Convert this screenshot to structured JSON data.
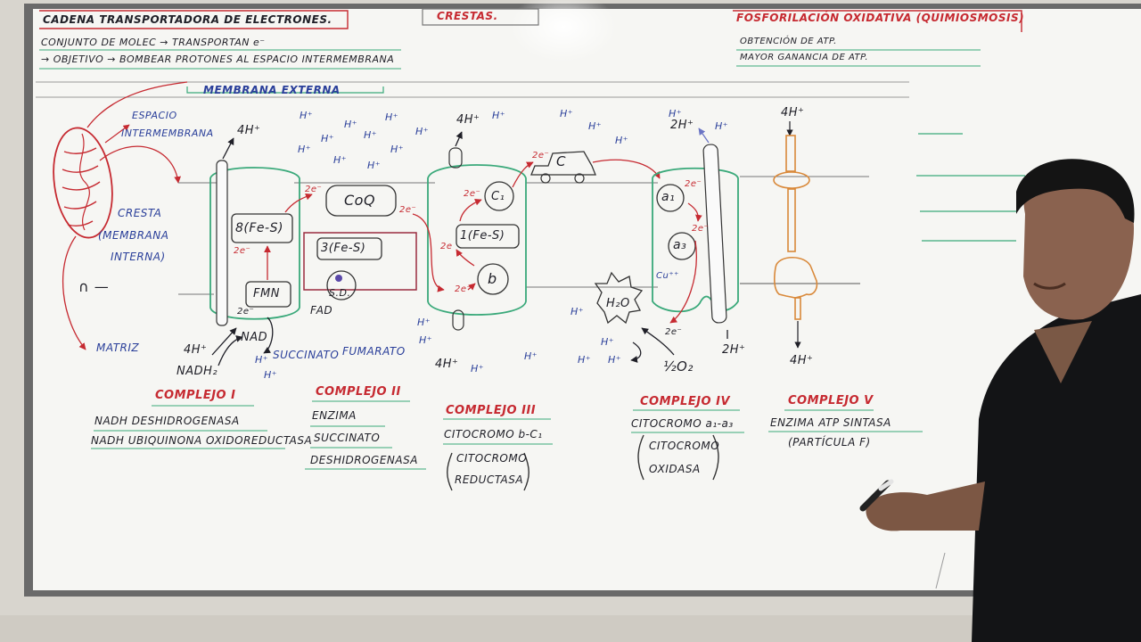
{
  "header": {
    "left_title": "CADENA TRANSPORTADORA DE ELECTRONES.",
    "left_line1": "CONJUNTO DE MOLEC → TRANSPORTAN e⁻",
    "left_line2": "→ OBJETIVO → BOMBEAR PROTONES AL ESPACIO INTERMEMBRANA",
    "center_title": "CRESTAS.",
    "right_title": "FOSFORILACIÓN OXIDATIVA (QUIMIOSMOSIS)",
    "right_line1": "OBTENCIÓN DE ATP.",
    "right_line2": "MAYOR GANANCIA DE ATP."
  },
  "labels": {
    "membrana_externa": "MEMBRANA EXTERNA",
    "espacio": "ESPACIO",
    "intermembrana": "INTERMEMBRANA",
    "cresta": "CRESTA",
    "membrana_interna_1": "(MEMBRANA",
    "membrana_interna_2": "INTERNA)",
    "matriz": "MATRIZ"
  },
  "diagram": {
    "c1_top": "4H⁺",
    "c1_fes": "8(Fe-S)",
    "c1_fmn": "FMN",
    "c1_e1": "2e⁻",
    "c1_e2": "2e⁻",
    "c1_e3": "2e⁻",
    "c1_bottom_h": "4H⁺",
    "nad": "NAD",
    "nadh": "NADH₂",
    "coq": "CoQ",
    "c2_fes": "3(Fe-S)",
    "c2_sd": "S.D.",
    "fad": "FAD",
    "succinato": "SUCCINATO",
    "fumarato": "FUMARATO",
    "c3_top": "4H⁺",
    "c3_c1": "C₁",
    "c3_fes": "1(Fe-S)",
    "c3_b": "b",
    "c3_e1": "2e⁻",
    "c3_e2": "2e⁻",
    "c3_e3": "2e",
    "c3_e4": "2e⁻",
    "c3_bottom": "4H⁺",
    "cyt_c": "C",
    "cyt_c_e": "2e⁻",
    "c4_top": "2H⁺",
    "c4_a1": "a₁",
    "c4_a3": "a₃",
    "c4_e1": "2e⁻",
    "c4_e2": "2e⁻",
    "c4_e3": "2e⁻",
    "c4_cu": "Cu⁺⁺",
    "c4_bottom": "2H⁺",
    "h2o": "H₂O",
    "half_o2": "½O₂",
    "c5_top": "4H⁺",
    "c5_bottom": "4H⁺",
    "h_plus": "H⁺",
    "squiggle": "∩ —"
  },
  "complexes": {
    "c1_title": "COMPLEJO I",
    "c1_l1": "NADH DESHIDROGENASA",
    "c1_l2": "NADH UBIQUINONA OXIDOREDUCTASA",
    "c2_title": "COMPLEJO II",
    "c2_l1": "ENZIMA",
    "c2_l2": "SUCCINATO",
    "c2_l3": "DESHIDROGENASA",
    "c3_title": "COMPLEJO III",
    "c3_l1": "CITOCROMO b-C₁",
    "c3_l2": "CITOCROMO",
    "c3_l3": "REDUCTASA",
    "c4_title": "COMPLEJO IV",
    "c4_l1": "CITOCROMO a₁-a₃",
    "c4_l2": "CITOCROMO",
    "c4_l3": "OXIDASA",
    "c5_title": "COMPLEJO V",
    "c5_l1": "ENZIMA ATP SINTASA",
    "c5_l2": "(PARTÍCULA F)"
  },
  "colors": {
    "marker_black": "#1f1f27",
    "marker_red": "#c62a31",
    "marker_blue": "#2a3f9a",
    "marker_green": "#3aa97a",
    "marker_orange": "#d9893a",
    "board": "#f6f6f3",
    "frame": "#6b6b6b"
  }
}
